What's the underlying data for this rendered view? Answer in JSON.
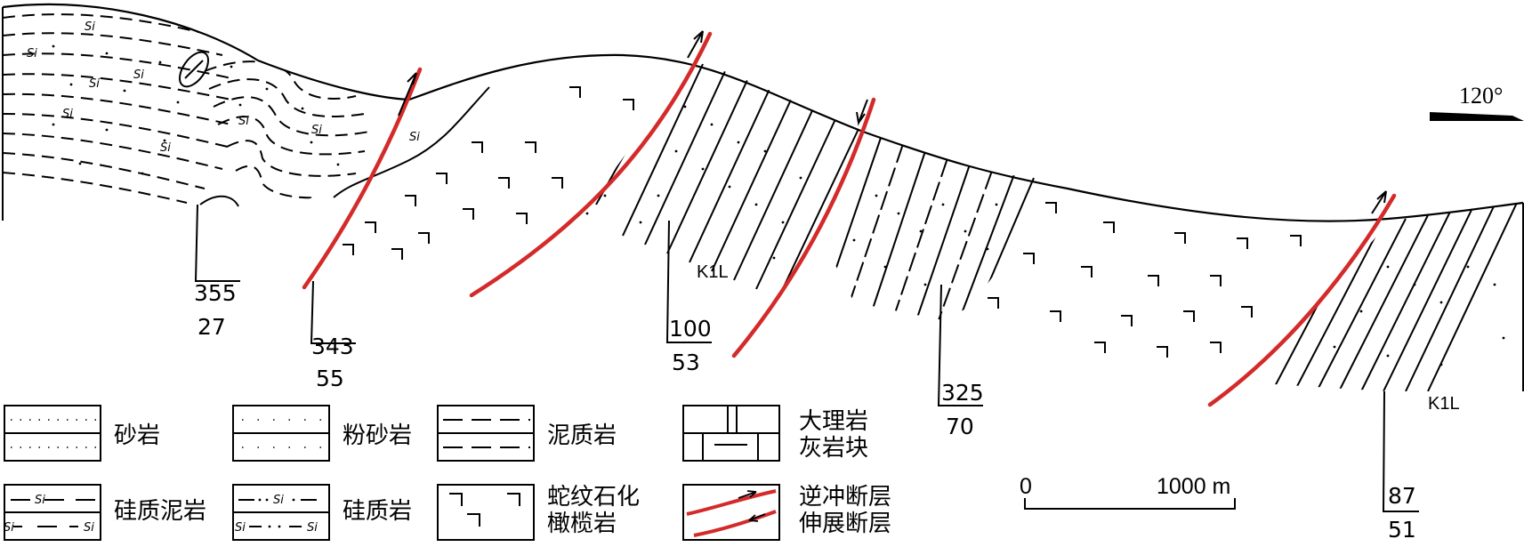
{
  "orientation": {
    "label": "120°"
  },
  "formation_labels": [
    "K1L",
    "K1L"
  ],
  "attitudes": [
    {
      "strike": "355",
      "dip": "27"
    },
    {
      "strike": "343",
      "dip": "55"
    },
    {
      "strike": "100",
      "dip": "53"
    },
    {
      "strike": "325",
      "dip": "70"
    },
    {
      "strike": "87",
      "dip": "51"
    }
  ],
  "si_mark": "Si",
  "legend": {
    "sandstone": "砂岩",
    "siltstone": "粉砂岩",
    "mudstone": "泥质岩",
    "marble_1": "大理岩",
    "marble_2": "灰岩块",
    "siliceous_mudstone": "硅质泥岩",
    "siliceous_rock": "硅质岩",
    "serpentinite_1": "蛇纹石化",
    "serpentinite_2": "橄榄岩",
    "thrust_fault": "逆冲断层",
    "normal_fault": "伸展断层"
  },
  "scale_bar": {
    "zero": "0",
    "length": "1000 m"
  },
  "colors": {
    "fault": "#d42a2a",
    "line": "#000000"
  }
}
